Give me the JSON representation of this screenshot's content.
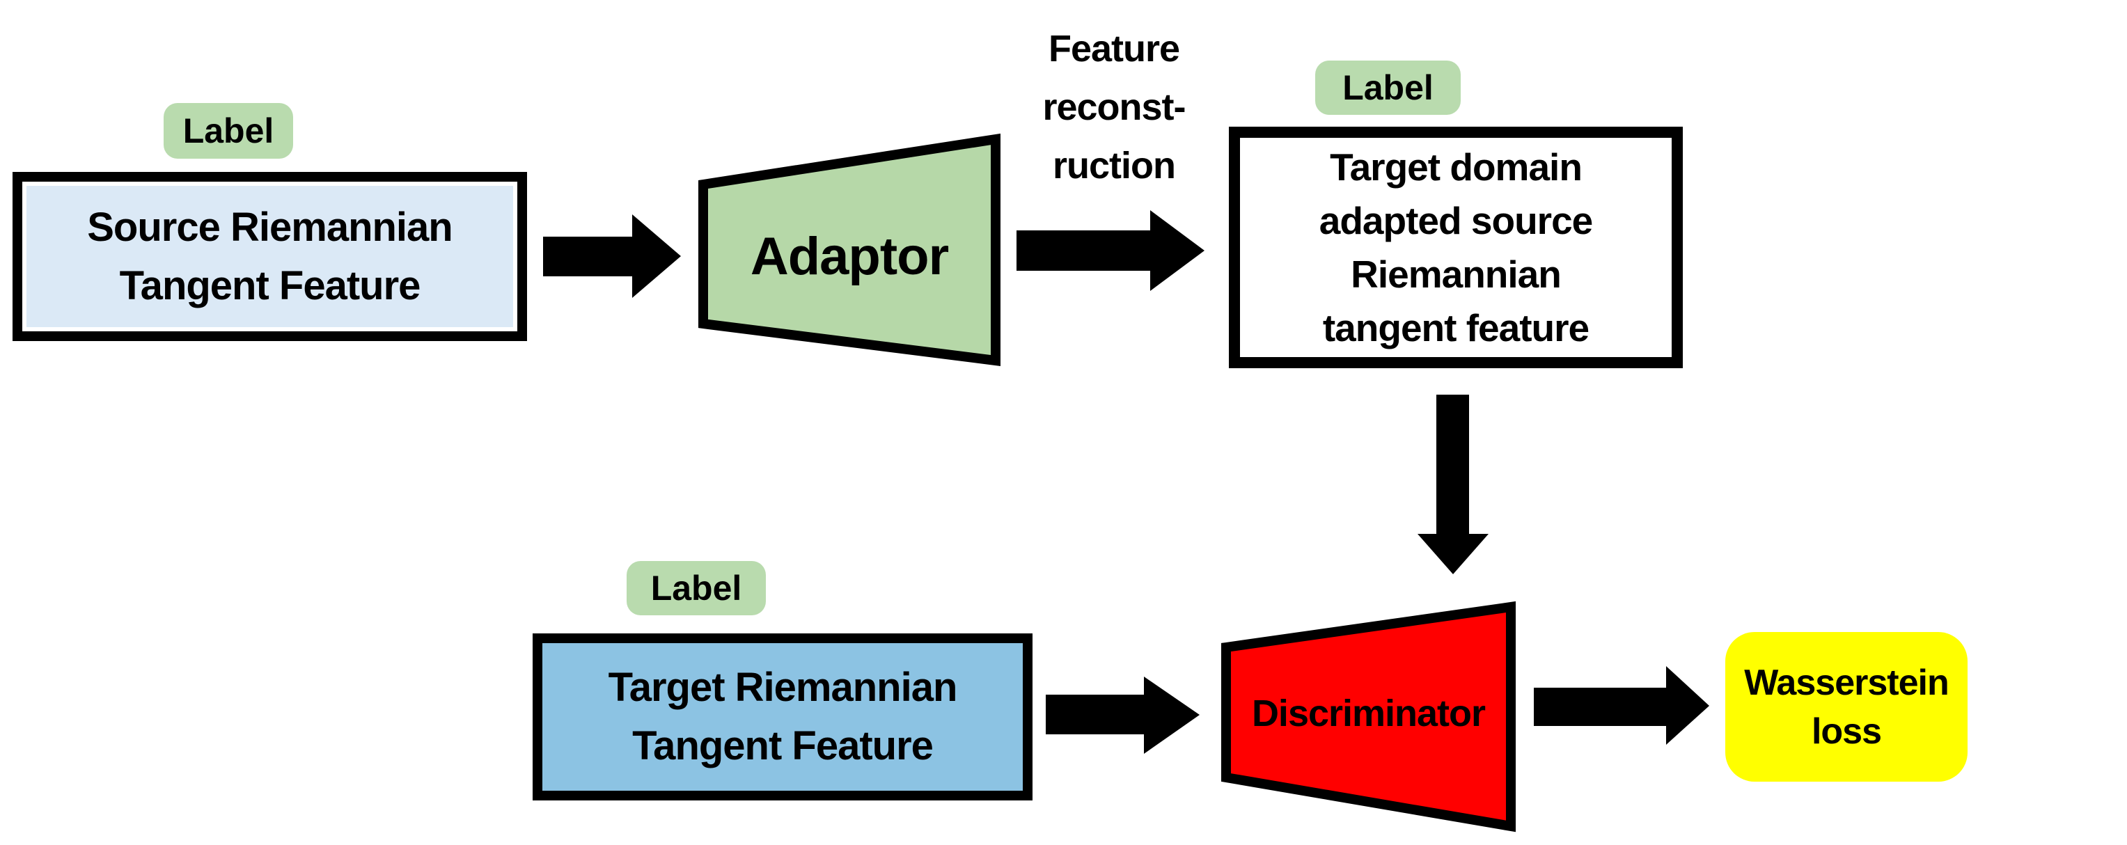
{
  "colors": {
    "background": "#ffffff",
    "outline_black": "#000000",
    "source_box_fill": "#dbe9f6",
    "target_box_fill": "#8cc3e3",
    "adapted_box_fill": "#ffffff",
    "badge_fill": "#b9dbae",
    "adaptor_fill": "#b6d8a8",
    "discriminator_fill": "#ff0000",
    "loss_fill": "#ffff00",
    "arrow_fill": "#000000"
  },
  "badges": {
    "label": "Label"
  },
  "nodes": {
    "source_feature": {
      "line1": "Source Riemannian",
      "line2": "Tangent Feature"
    },
    "adaptor": {
      "label": "Adaptor"
    },
    "adapted_feature": {
      "line1": "Target domain",
      "line2": "adapted source",
      "line3": "Riemannian",
      "line4": "tangent feature"
    },
    "target_feature": {
      "line1": "Target Riemannian",
      "line2": "Tangent Feature"
    },
    "discriminator": {
      "label": "Discriminator"
    },
    "wasserstein_loss": {
      "line1": "Wasserstein",
      "line2": "loss"
    }
  },
  "captions": {
    "feature_reconstruction": {
      "line1": "Feature",
      "line2": "reconst-",
      "line3": "ruction"
    }
  }
}
